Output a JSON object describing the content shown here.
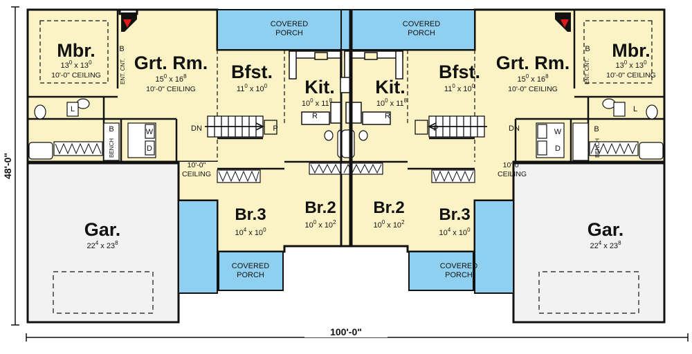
{
  "colors": {
    "room_fill": "#fbf3c6",
    "porch_fill": "#8fd0f0",
    "garage_fill": "#f2f2f2",
    "wall": "#111111",
    "fireplace": "#e01b1b"
  },
  "dimensions": {
    "overall_width": "100'-0\"",
    "overall_depth": "48'-0\""
  },
  "porch_label_line1": "COVERED",
  "porch_label_line2": "PORCH",
  "stair_label": "DN",
  "units": [
    {
      "id": "left",
      "rooms": {
        "mbr": {
          "name": "Mbr.",
          "w": "13",
          "wsup": "0",
          "h": "13",
          "hsup": "0",
          "ceiling": "10'-0\" CEILING"
        },
        "grt": {
          "name": "Grt. Rm.",
          "w": "15",
          "wsup": "0",
          "h": "16",
          "hsup": "8",
          "ceiling": "10'-0\" CEILING"
        },
        "bfst": {
          "name": "Bfst.",
          "w": "11",
          "wsup": "0",
          "h": "10",
          "hsup": "0"
        },
        "kit": {
          "name": "Kit.",
          "w": "10",
          "wsup": "0",
          "h": "11",
          "hsup": "8"
        },
        "br3": {
          "name": "Br.3",
          "w": "10",
          "wsup": "4",
          "h": "10",
          "hsup": "0"
        },
        "br2": {
          "name": "Br.2",
          "w": "10",
          "wsup": "0",
          "h": "10",
          "hsup": "2"
        },
        "gar": {
          "name": "Gar.",
          "w": "22",
          "wsup": "4",
          "h": "23",
          "hsup": "8"
        },
        "hall": {
          "line1": "10'-0\"",
          "line2": "CEILING"
        }
      },
      "fixtures": {
        "ent": "ENT. CNT.",
        "bench": "BENCH",
        "w": "W",
        "d": "D",
        "l": "L",
        "b": "B",
        "r": "R",
        "p": "P"
      }
    },
    {
      "id": "right",
      "rooms": {
        "mbr": {
          "name": "Mbr.",
          "w": "13",
          "wsup": "0",
          "h": "13",
          "hsup": "0",
          "ceiling": "10'-0\" CEILING"
        },
        "grt": {
          "name": "Grt. Rm.",
          "w": "15",
          "wsup": "0",
          "h": "16",
          "hsup": "8",
          "ceiling": "10'-0\" CEILING"
        },
        "bfst": {
          "name": "Bfst.",
          "w": "11",
          "wsup": "0",
          "h": "10",
          "hsup": "0"
        },
        "kit": {
          "name": "Kit.",
          "w": "10",
          "wsup": "0",
          "h": "11",
          "hsup": "8"
        },
        "br3": {
          "name": "Br.3",
          "w": "10",
          "wsup": "4",
          "h": "10",
          "hsup": "0"
        },
        "br2": {
          "name": "Br.2",
          "w": "10",
          "wsup": "0",
          "h": "10",
          "hsup": "2"
        },
        "gar": {
          "name": "Gar.",
          "w": "22",
          "wsup": "4",
          "h": "23",
          "hsup": "8"
        },
        "hall": {
          "line1": "10'-0\"",
          "line2": "CEILING"
        }
      },
      "fixtures": {
        "ent": "ENT. CNT.",
        "bench": "BENCH",
        "w": "W",
        "d": "D",
        "l": "L",
        "b": "B",
        "r": "R",
        "p": "P"
      }
    }
  ]
}
